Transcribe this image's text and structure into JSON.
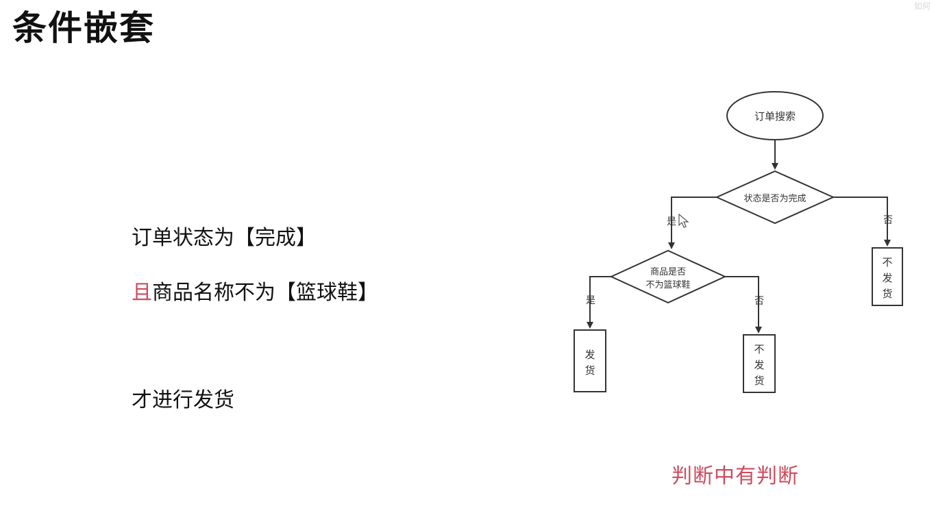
{
  "title": "条件嵌套",
  "watermark": "如何",
  "text": {
    "line1": "订单状态为【完成】",
    "line2_highlight": "且",
    "line2_rest": "商品名称不为【篮球鞋】",
    "line3": "才进行发货"
  },
  "caption": "判断中有判断",
  "flowchart": {
    "start": "订单搜索",
    "decision1": "状态是否为完成",
    "decision2_line1": "商品是否",
    "decision2_line2": "不为篮球鞋",
    "yes": "是",
    "no": "否",
    "no_ship_chars": [
      "不",
      "发",
      "货"
    ],
    "ship_chars": [
      "发",
      "货"
    ]
  },
  "colors": {
    "highlight": "#d04a5e",
    "line": "#333333"
  }
}
